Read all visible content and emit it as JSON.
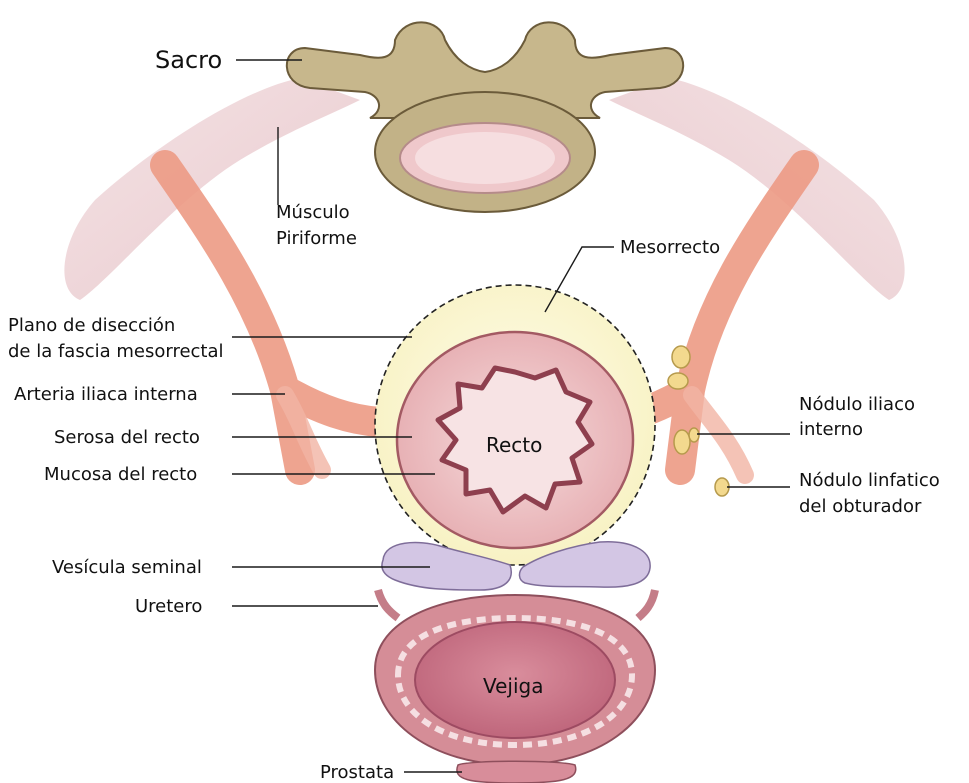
{
  "labels": {
    "sacro": "Sacro",
    "musculo_piriforme_1": "Músculo",
    "musculo_piriforme_2": "Piriforme",
    "mesorrecto": "Mesorrecto",
    "plano_1": "Plano de disección",
    "plano_2": "de la fascia mesorrectal",
    "arteria": "Arteria iliaca interna",
    "serosa": "Serosa del recto",
    "mucosa": "Mucosa del recto",
    "recto": "Recto",
    "nodulo_iliaco_1": "Nódulo iliaco",
    "nodulo_iliaco_2": "interno",
    "nodulo_obturador_1": "Nódulo linfatico",
    "nodulo_obturador_2": "del obturador",
    "vesicula": "Vesícula seminal",
    "uretero": "Uretero",
    "vejiga": "Vejiga",
    "prostata": "Prostata"
  },
  "colors": {
    "bone": "#c4b48a",
    "bone_dark": "#7a6a45",
    "disc": "#eec7c9",
    "muscle": "#f1d9dc",
    "artery": "#ee9c86",
    "mesorectum": "#fbf7d8",
    "rectum": "#eab6b8",
    "mucosa": "#c9707a",
    "lymph_node": "#f3d98e",
    "vesicle": "#cdbfe0",
    "bladder_wall": "#d68e98",
    "bladder_lumen": "#c8738a"
  }
}
